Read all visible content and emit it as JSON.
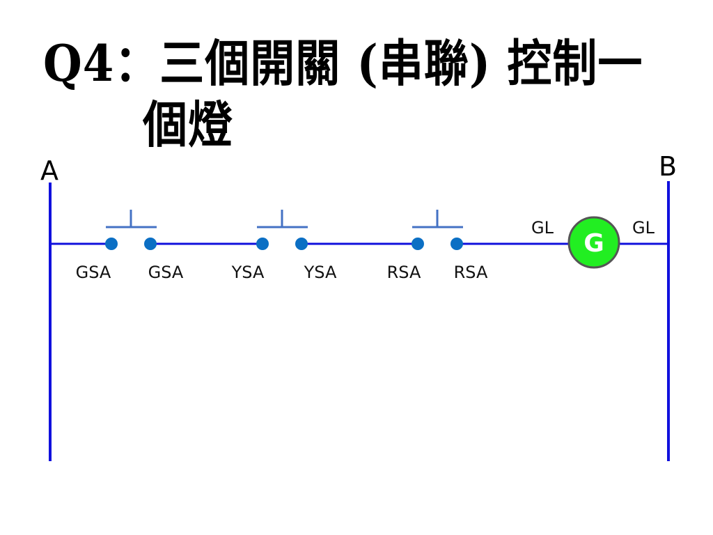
{
  "title": {
    "line1": "Q4：三個開關 (串聯) 控制一",
    "line2": "個燈"
  },
  "rails": {
    "left_label": "A",
    "right_label": "B"
  },
  "switches": [
    {
      "id": "GSA",
      "left_label": "GSA",
      "right_label": "GSA"
    },
    {
      "id": "YSA",
      "left_label": "YSA",
      "right_label": "YSA"
    },
    {
      "id": "RSA",
      "left_label": "RSA",
      "right_label": "RSA"
    }
  ],
  "lamp": {
    "letter": "G",
    "left_label": "GL",
    "right_label": "GL",
    "color": "#22ee22"
  },
  "colors": {
    "wire": "#1010dd",
    "terminal": "#0b6fc4",
    "switch_bar": "#4472c4",
    "lamp_border": "#555555"
  }
}
